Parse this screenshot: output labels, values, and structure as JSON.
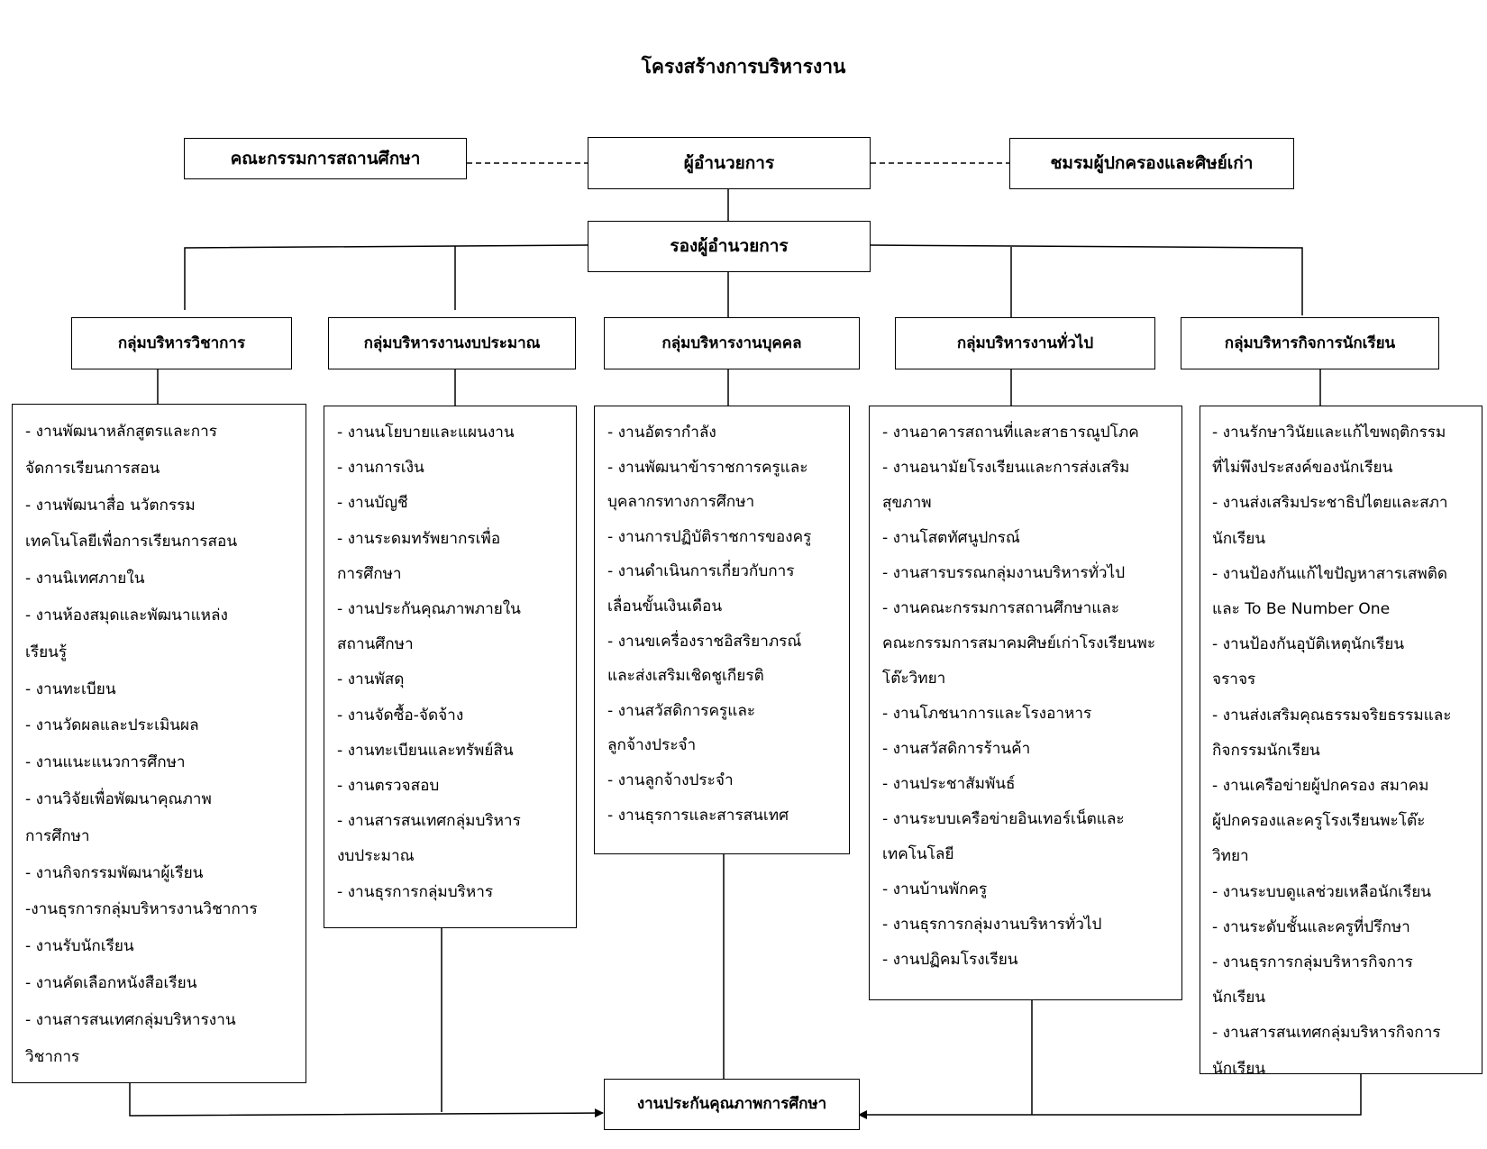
{
  "title": "โครงสร้างการบริหารงาน",
  "top": {
    "committee": "คณะกรรมการสถานศึกษา",
    "director": "ผู้อำนวยการ",
    "parents": "ชมรมผู้ปกครองและศิษย์เก่า"
  },
  "deputy": "รองผู้อำนวยการ",
  "qa": "งานประกันคุณภาพการศึกษา",
  "groups": [
    {
      "name": "กลุ่มบริหารวิชาการ",
      "lines": [
        "- งานพัฒนาหลักสูตรและการ",
        "จัดการเรียนการสอน",
        "- งานพัฒนาสื่อ นวัตกรรม",
        "เทคโนโลยีเพื่อการเรียนการสอน",
        "- งานนิเทศภายใน",
        "- งานห้องสมุดและพัฒนาแหล่ง",
        "เรียนรู้",
        "- งานทะเบียน",
        "- งานวัดผลและประเมินผล",
        "- งานแนะแนวการศึกษา",
        "- งานวิจัยเพื่อพัฒนาคุณภาพ",
        "การศึกษา",
        "- งานกิจกรรมพัฒนาผู้เรียน",
        "-งานธุรการกลุ่มบริหารงานวิชาการ",
        "- งานรับนักเรียน",
        "- งานคัดเลือกหนังสือเรียน",
        "- งานสารสนเทศกลุ่มบริหารงาน",
        "วิชาการ"
      ]
    },
    {
      "name": "กลุ่มบริหารงานงบประมาณ",
      "lines": [
        "- งานนโยบายและแผนงาน",
        "- งานการเงิน",
        "- งานบัญชี",
        "- งานระดมทรัพยากรเพื่อ",
        "การศึกษา",
        "- งานประกันคุณภาพภายใน",
        "สถานศึกษา",
        "- งานพัสดุ",
        "- งานจัดซื้อ-จัดจ้าง",
        "- งานทะเบียนและทรัพย์สิน",
        "- งานตรวจสอบ",
        "- งานสารสนเทศกลุ่มบริหาร",
        "งบประมาณ",
        "- งานธุรการกลุ่มบริหาร"
      ]
    },
    {
      "name": "กลุ่มบริหารงานบุคคล",
      "lines": [
        "- งานอัตรากำลัง",
        "- งานพัฒนาข้าราชการครูและ",
        "บุคลากรทางการศึกษา",
        "- งานการปฏิบัติราชการของครู",
        "- งานดำเนินการเกี่ยวกับการ",
        "เลื่อนขั้นเงินเดือน",
        "- งานขเครื่องราชอิสริยาภรณ์",
        "และส่งเสริมเชิดชูเกียรติ",
        "- งานสวัสดิการครูและ",
        "ลูกจ้างประจำ",
        "- งานลูกจ้างประจำ",
        "- งานธุรการและสารสนเทศ"
      ]
    },
    {
      "name": "กลุ่มบริหารงานทั่วไป",
      "lines": [
        "- งานอาคารสถานที่และสาธารณูปโภค",
        "- งานอนามัยโรงเรียนและการส่งเสริม",
        "สุขภาพ",
        "- งานโสตทัศนูปกรณ์",
        "- งานสารบรรณกลุ่มงานบริหารทั่วไป",
        "- งานคณะกรรมการสถานศึกษาและ",
        "คณะกรรมการสมาคมศิษย์เก่าโรงเรียนพะ",
        "โต๊ะวิทยา",
        "- งานโภชนาการและโรงอาหาร",
        "- งานสวัสดิการร้านค้า",
        "- งานประชาสัมพันธ์",
        "- งานระบบเครือข่ายอินเทอร์เน็ตและ",
        "เทคโนโลยี",
        "- งานบ้านพักครู",
        "- งานธุรการกลุ่มงานบริหารทั่วไป",
        "- งานปฏิคมโรงเรียน"
      ]
    },
    {
      "name": "กลุ่มบริหารกิจการนักเรียน",
      "lines": [
        "- งานรักษาวินัยและแก้ไขพฤติกรรม",
        "ที่ไม่พึงประสงค์ของนักเรียน",
        "- งานส่งเสริมประชาธิปไตยและสภา",
        "นักเรียน",
        "- งานป้องกันแก้ไขปัญหาสารเสพติด",
        "และ To Be Number One",
        "- งานป้องกันอุบัติเหตุนักเรียน",
        "จราจร",
        "- งานส่งเสริมคุณธรรมจริยธรรมและ",
        "กิจกรรมนักเรียน",
        "- งานเครือข่ายผู้ปกครอง สมาคม",
        "ผู้ปกครองและครูโรงเรียนพะโต๊ะ",
        "วิทยา",
        "- งานระบบดูแลช่วยเหลือนักเรียน",
        "- งานระดับชั้นและครูที่ปรึกษา",
        "- งานธุรการกลุ่มบริหารกิจการ",
        "นักเรียน",
        "- งานสารสนเทศกลุ่มบริหารกิจการ",
        "นักเรียน"
      ]
    }
  ]
}
